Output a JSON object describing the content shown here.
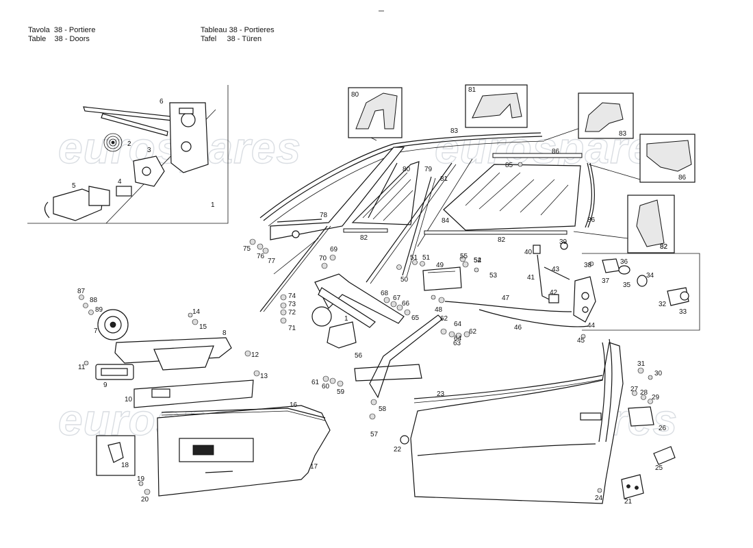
{
  "header": {
    "left": [
      "Tavola  38 - Portiere",
      "Table    38 - Doors"
    ],
    "right": [
      "Tableau 38 - Portieres",
      "Tafel     38 - Türen"
    ]
  },
  "watermark": "eurospares",
  "labels": [
    "1",
    "2",
    "3",
    "4",
    "5",
    "6",
    "7",
    "8",
    "9",
    "10",
    "11",
    "12",
    "13",
    "14",
    "15",
    "16",
    "17",
    "18",
    "19",
    "20",
    "21",
    "22",
    "23",
    "24",
    "25",
    "26",
    "27",
    "28",
    "29",
    "30",
    "31",
    "32",
    "33",
    "34",
    "35",
    "36",
    "37",
    "38",
    "39",
    "40",
    "41",
    "42",
    "43",
    "44",
    "45",
    "46",
    "47",
    "48",
    "49",
    "50",
    "51",
    "52",
    "53",
    "54",
    "55",
    "56",
    "57",
    "58",
    "59",
    "60",
    "61",
    "62",
    "63",
    "64",
    "65",
    "66",
    "67",
    "68",
    "69",
    "70",
    "71",
    "72",
    "73",
    "74",
    "75",
    "76",
    "77",
    "78",
    "79",
    "80",
    "81",
    "82",
    "83",
    "84",
    "85",
    "86",
    "87",
    "88",
    "89",
    "1",
    "62",
    "64",
    "80",
    "81",
    "82",
    "82",
    "83",
    "86",
    "86",
    "82",
    "51"
  ]
}
